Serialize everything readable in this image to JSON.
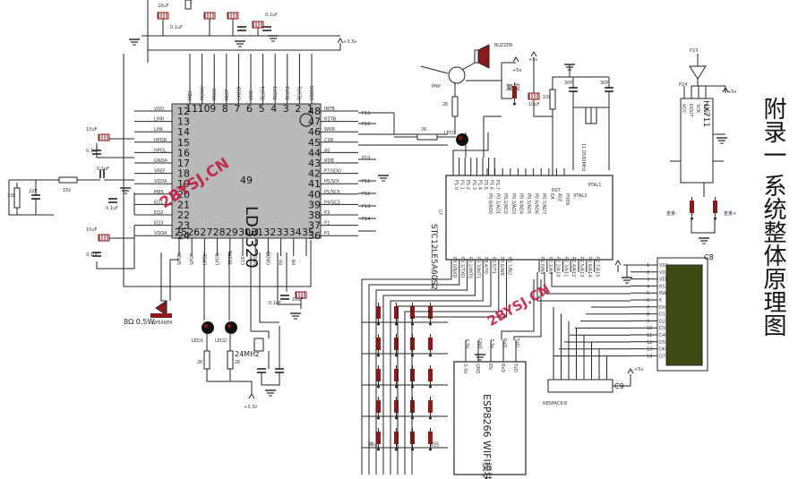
{
  "title": "附录一 系统整体原理图",
  "watermark": "2BYSJ.CN",
  "u_voice": {
    "part": "LD3320",
    "pin49": "49",
    "left_pins": [
      "12",
      "13",
      "14",
      "15",
      "16",
      "17",
      "18",
      "19",
      "20",
      "21",
      "22",
      "23",
      "24"
    ],
    "top_pins": [
      "11",
      "10",
      "9",
      "8",
      "7",
      "6",
      "5",
      "4",
      "3",
      "2",
      "1"
    ],
    "right_pins": [
      "48",
      "47",
      "46",
      "45",
      "44",
      "43",
      "42",
      "41",
      "40",
      "39",
      "38",
      "37",
      "36"
    ],
    "bottom_pins": [
      "25",
      "26",
      "27",
      "28",
      "29",
      "30",
      "31",
      "32",
      "33",
      "34",
      "35"
    ],
    "left_names": [
      "VDD",
      "LINR",
      "LINL",
      "HPOR",
      "HPOL",
      "GNDA",
      "VREF",
      "VDDA",
      "MBS",
      "EQ1",
      "EQ2",
      "EQ3",
      "VDDA"
    ],
    "top_names": [
      "MBS",
      "MONO",
      "MICN",
      "MICP",
      "GNDD",
      "VDD",
      "TEST4",
      "TEST3",
      "TEST2",
      "TEST1",
      "VDDIO"
    ],
    "right_names": [
      "INTB",
      "RSTB",
      "WRB",
      "CSB",
      "A0",
      "RDB",
      "P7/SDO",
      "P6/SDI",
      "P5/SCK",
      "P4/SCS",
      "P3",
      "P2",
      "P1"
    ],
    "bottom_names": [
      "SPON",
      "SPOP",
      "LPOL",
      "LPOR",
      "TESTB",
      "CLK",
      "VDD",
      "GNDD",
      "P0",
      "P8"
    ]
  },
  "mcu": {
    "part": "STC12LE5A60S2",
    "designator": "U?",
    "right_label": "XTAL1",
    "right_label2": "XTAL2",
    "rst": "RST",
    "top_pins": [
      "P0.0/AD0",
      "P0.1/AD1",
      "P0.2/AD2",
      "P0.3/AD3",
      "P0.4/AD4",
      "P0.5/AD5",
      "P0.6/AD6",
      "P0.7/AD7",
      "EA",
      "ALE",
      "PSEN"
    ],
    "p1_pins": [
      "P1.0",
      "P1.1",
      "P1.2",
      "P1.3",
      "P1.4",
      "P1.5",
      "P1.6",
      "P1.7"
    ],
    "p3_pins": [
      "P3.0/RXD",
      "P3.1/TXD",
      "P3.2/INT0",
      "P3.3/INT1",
      "P3.4/T0",
      "P3.5/T1",
      "P3.6/WR",
      "P3.7/RD"
    ],
    "p2_pins": [
      "P2.0/A8",
      "P2.1/A9",
      "P2.2/A10",
      "P2.3/A11",
      "P2.4/A12",
      "P2.5/A13",
      "P2.6/A14",
      "P2.7/A15"
    ],
    "xtal_text": "11.0592MHz"
  },
  "labels": {
    "buzzer": "BUZZER",
    "pnp": "PNP",
    "reset_zh": "复位",
    "p5v": "+5v",
    "p33v": "+3.3v",
    "speaker": "8Ω 0.5W",
    "speaker_tag": "SPEAKER",
    "xtal_ld": "24MHz",
    "led1": "LED1",
    "led2": "LED2",
    "led3": "LED3",
    "hx711": "HX711",
    "hx_pins": [
      "VCC",
      "DOUT",
      "SCK",
      "GND"
    ],
    "weight_minus": "重量-",
    "weight_plus": "重量+",
    "lcd_tag": "C8",
    "lcd_pins": [
      "VSS",
      "VDD",
      "VEE",
      "RS",
      "RW",
      "E",
      "D0",
      "D1",
      "D2",
      "D3",
      "D4",
      "D5",
      "D6",
      "D7"
    ],
    "lcd_nums": [
      "1",
      "2",
      "3",
      "4",
      "5",
      "6",
      "7",
      "8",
      "9",
      "10",
      "11",
      "12",
      "13",
      "14"
    ],
    "respack": "RESPACK-8",
    "respack_tag": "C9",
    "wifi": "ESP8266 WIFI模块",
    "wifi_pins": [
      "3.3V",
      "GND",
      "EN",
      "RxD",
      "TxD"
    ],
    "wifi_top": [
      "3.3V",
      "GND",
      "3.3v",
      "RxD",
      "TxD"
    ],
    "key_left": "确认",
    "key_right": "返回",
    "cap_104": "0.1uF",
    "cap_10u": "10uF",
    "r_2k": "2K",
    "r_10k": "10k",
    "r_22k": "22k",
    "r_15k": "15k",
    "cap_22": "22P",
    "cap_30": "30P"
  },
  "colors": {
    "chip": "#b9b9b9",
    "wire": "#222222",
    "component": "#8b1a1a",
    "watermark": "#c0143c"
  }
}
